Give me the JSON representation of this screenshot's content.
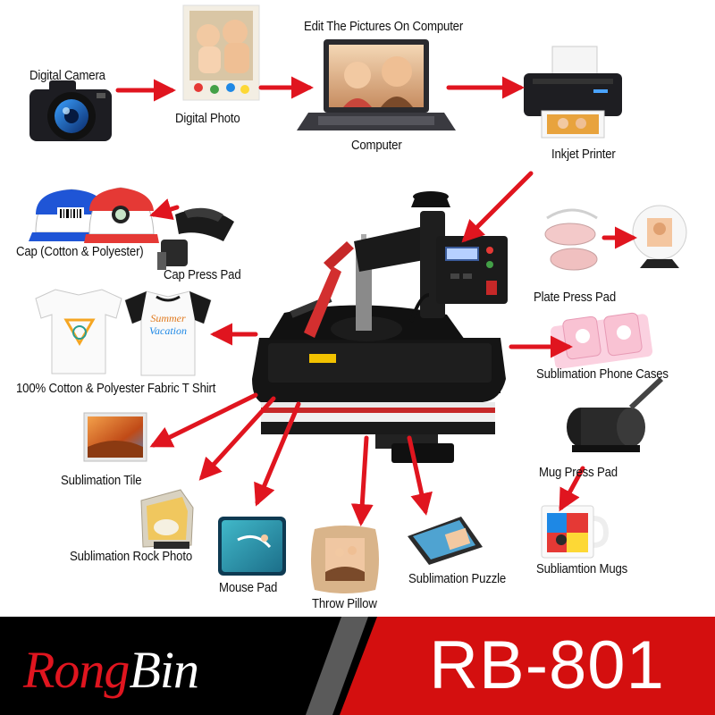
{
  "labels": {
    "digital_camera": "Digital Camera",
    "digital_photo": "Digital Photo",
    "edit_pictures": "Edit The Pictures On Computer",
    "computer": "Computer",
    "inkjet_printer": "Inkjet Printer",
    "cap": "Cap (Cotton & Polyester)",
    "cap_press_pad": "Cap Press Pad",
    "plate_press_pad": "Plate Press Pad",
    "t_shirt": "100% Cotton & Polyester Fabric T Shirt",
    "phone_cases": "Sublimation Phone Cases",
    "tile": "Sublimation Tile",
    "mug_press_pad": "Mug Press Pad",
    "rock_photo": "Sublimation Rock Photo",
    "mouse_pad": "Mouse Pad",
    "throw_pillow": "Throw Pillow",
    "puzzle": "Sublimation Puzzle",
    "mugs": "Subliamtion Mugs"
  },
  "shirt_text": {
    "summer": "Summer",
    "vacation": "Vacation"
  },
  "footer": {
    "brand_part1": "Rong",
    "brand_part2": "Bin",
    "model": "RB-801"
  },
  "colors": {
    "arrow": "#e0151f",
    "footer_red": "#d40f0f",
    "footer_black": "#000000"
  }
}
